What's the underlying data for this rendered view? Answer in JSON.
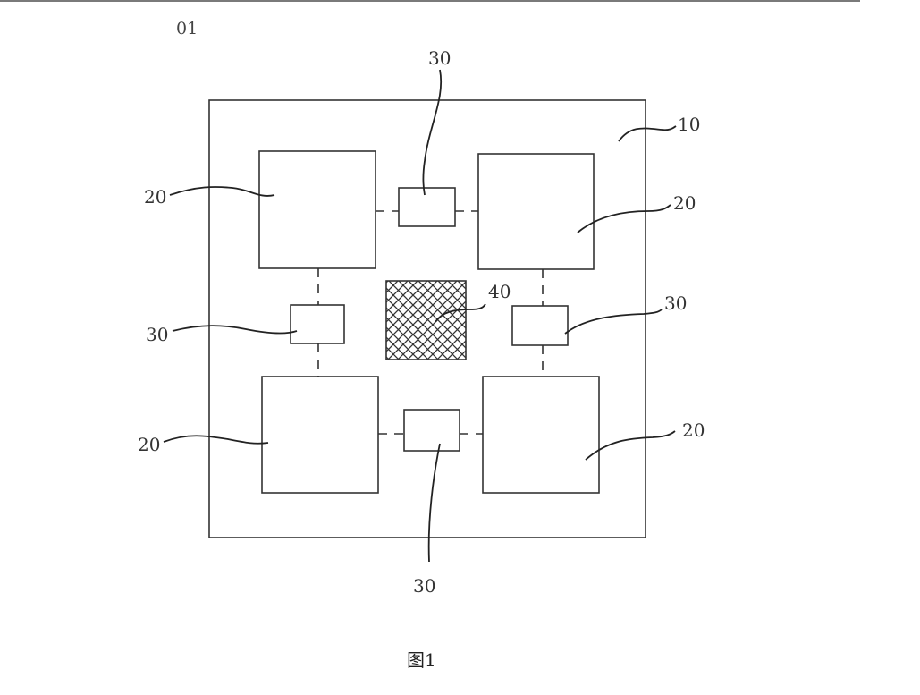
{
  "figure": {
    "id_label": "01",
    "caption": "图1",
    "line_color": "#333333"
  },
  "components": {
    "substrate": {
      "ref": "10",
      "name": "substrate"
    },
    "chips": [
      {
        "ref": "20",
        "position": "top-left"
      },
      {
        "ref": "20",
        "position": "top-right"
      },
      {
        "ref": "20",
        "position": "bottom-left"
      },
      {
        "ref": "20",
        "position": "bottom-right"
      }
    ],
    "bridges": [
      {
        "ref": "30",
        "position": "top"
      },
      {
        "ref": "30",
        "position": "left"
      },
      {
        "ref": "30",
        "position": "right"
      },
      {
        "ref": "30",
        "position": "bottom"
      }
    ],
    "center": {
      "ref": "40",
      "pattern": "crosshatch"
    }
  },
  "labels": {
    "ref_10": "10",
    "ref_20_tl": "20",
    "ref_20_tr": "20",
    "ref_20_bl": "20",
    "ref_20_br": "20",
    "ref_30_top": "30",
    "ref_30_left": "30",
    "ref_30_right": "30",
    "ref_30_bottom": "30",
    "ref_40": "40"
  }
}
